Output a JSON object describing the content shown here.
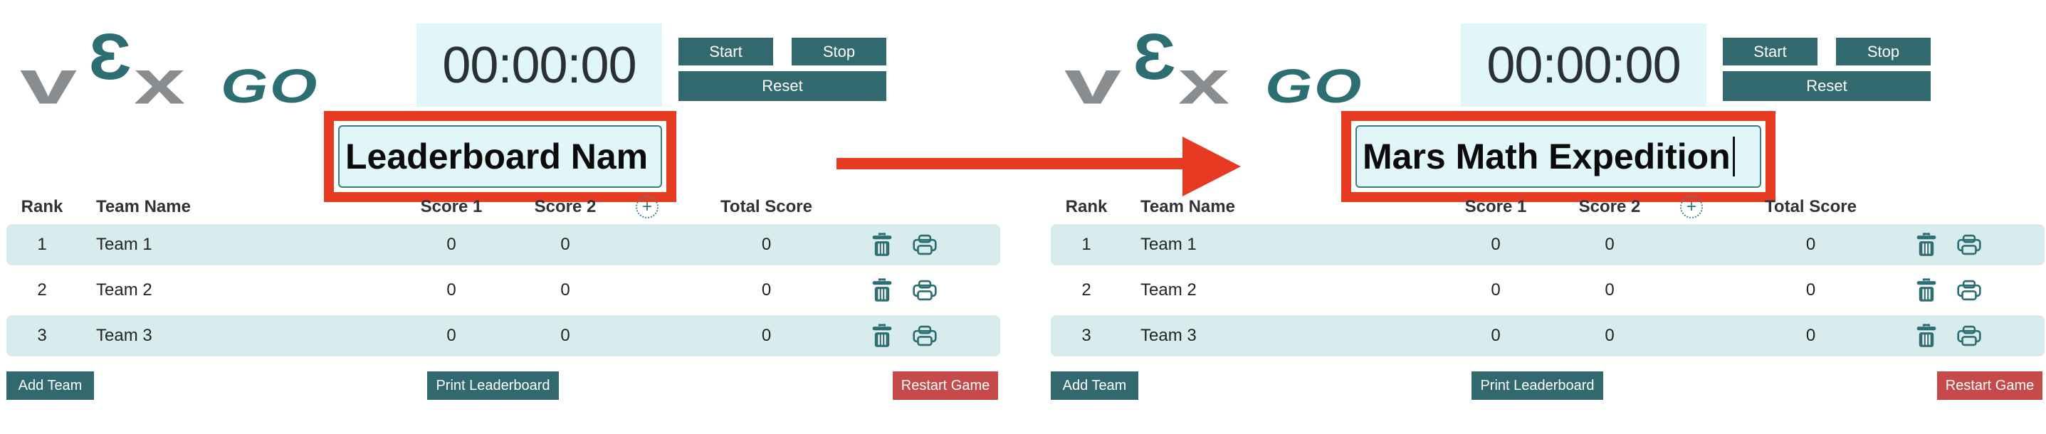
{
  "logo": {
    "v": "v",
    "e": "Ɛ",
    "x": "x",
    "go": "GO"
  },
  "icons": {
    "plus": "+",
    "trash": "trash-icon",
    "printer": "printer-icon"
  },
  "colors": {
    "teal": "#31696e",
    "teal_icon": "#2d6e73",
    "light_cyan": "#e0f6f9",
    "row_highlight": "#d9eced",
    "annotation_red": "#e73a22",
    "restart_red": "#c64a4a"
  },
  "arrow": {
    "direction": "right",
    "color": "#e73a22"
  },
  "panels": [
    {
      "state": "before",
      "timer": "00:00:00",
      "controls": {
        "start": "Start",
        "stop": "Stop",
        "reset": "Reset"
      },
      "name_input": {
        "value": "Leaderboard Nam",
        "caret_visible": false
      },
      "table": {
        "headers": {
          "rank": "Rank",
          "team": "Team Name",
          "score1": "Score 1",
          "score2": "Score 2",
          "total": "Total Score"
        },
        "rows": [
          {
            "rank": "1",
            "name": "Team 1",
            "score1": "0",
            "score2": "0",
            "total": "0"
          },
          {
            "rank": "2",
            "name": "Team 2",
            "score1": "0",
            "score2": "0",
            "total": "0"
          },
          {
            "rank": "3",
            "name": "Team 3",
            "score1": "0",
            "score2": "0",
            "total": "0"
          }
        ]
      },
      "footer": {
        "add_team": "Add Team",
        "print": "Print Leaderboard",
        "restart": "Restart Game"
      }
    },
    {
      "state": "after",
      "timer": "00:00:00",
      "controls": {
        "start": "Start",
        "stop": "Stop",
        "reset": "Reset"
      },
      "name_input": {
        "value": "Mars Math Expedition",
        "caret_visible": true
      },
      "table": {
        "headers": {
          "rank": "Rank",
          "team": "Team Name",
          "score1": "Score 1",
          "score2": "Score 2",
          "total": "Total Score"
        },
        "rows": [
          {
            "rank": "1",
            "name": "Team 1",
            "score1": "0",
            "score2": "0",
            "total": "0"
          },
          {
            "rank": "2",
            "name": "Team 2",
            "score1": "0",
            "score2": "0",
            "total": "0"
          },
          {
            "rank": "3",
            "name": "Team 3",
            "score1": "0",
            "score2": "0",
            "total": "0"
          }
        ]
      },
      "footer": {
        "add_team": "Add Team",
        "print": "Print Leaderboard",
        "restart": "Restart Game"
      }
    }
  ]
}
